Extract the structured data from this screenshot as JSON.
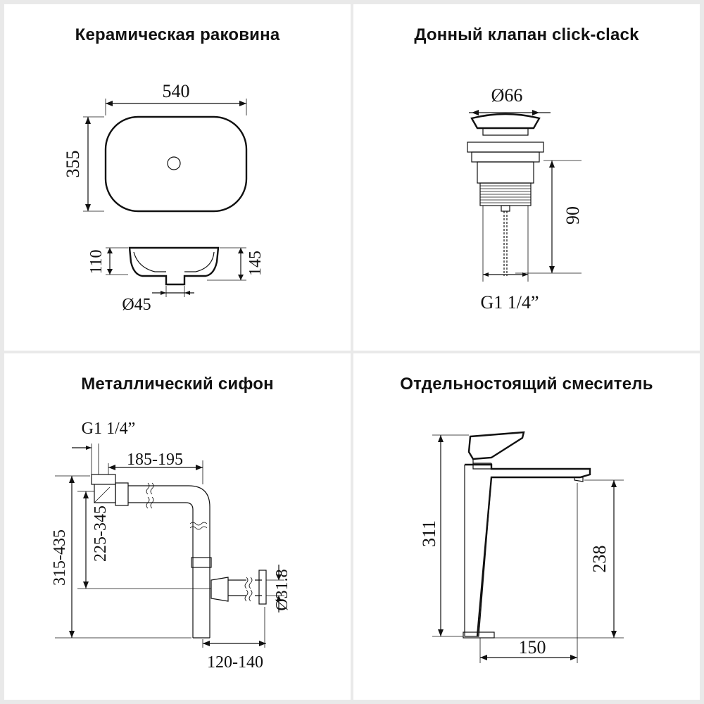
{
  "panels": [
    {
      "title": "Керамическая раковина",
      "dims": {
        "width": "540",
        "depth": "355",
        "inner_height": "110",
        "outer_height": "145",
        "drain": "Ø45"
      }
    },
    {
      "title": "Донный клапан click-clack",
      "dims": {
        "diameter": "Ø66",
        "height": "90",
        "thread": "G1 1/4”"
      }
    },
    {
      "title": "Металлический сифон",
      "dims": {
        "thread": "G1 1/4”",
        "horizontal": "185-195",
        "total_height": "315-435",
        "inlet_height": "225-345",
        "outlet": "Ø31.8",
        "depth": "120-140"
      }
    },
    {
      "title": "Отдельностоящий смеситель",
      "dims": {
        "height": "311",
        "spout_height": "238",
        "reach": "150"
      }
    }
  ]
}
